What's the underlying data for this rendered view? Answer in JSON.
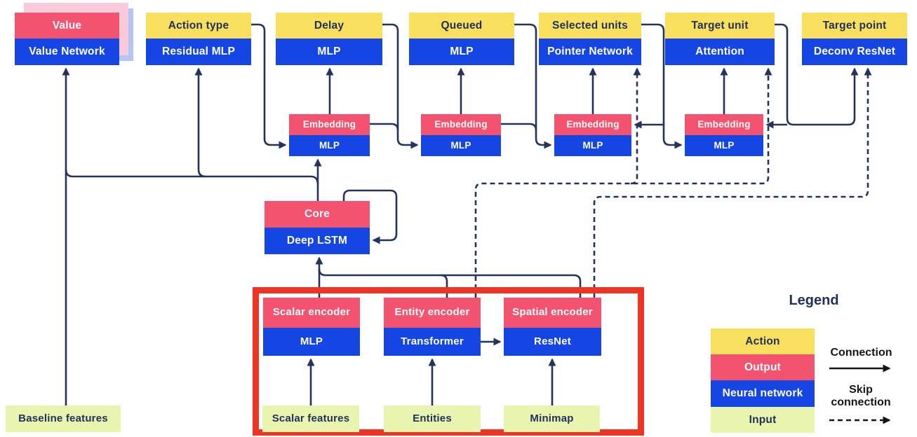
{
  "title": "AlphaStar agent architecture diagram",
  "palette": {
    "action_yellow": "#F8E05E",
    "output_pink": "#F4536F",
    "network_blue": "#1546E3",
    "input_green": "#E9F4AE",
    "connector_navy": "#24335B",
    "highlight_red": "#EE3423",
    "ghost_pink": "#F9CADA",
    "ghost_blue": "#B3C4F6"
  },
  "heads": [
    {
      "action": "Value",
      "network": "Value Network"
    },
    {
      "action": "Action type",
      "network": "Residual MLP"
    },
    {
      "action": "Delay",
      "network": "MLP"
    },
    {
      "action": "Queued",
      "network": "MLP"
    },
    {
      "action": "Selected units",
      "network": "Pointer Network"
    },
    {
      "action": "Target unit",
      "network": "Attention"
    },
    {
      "action": "Target point",
      "network": "Deconv ResNet"
    }
  ],
  "embeddings": [
    {
      "output": "Embedding",
      "network": "MLP"
    },
    {
      "output": "Embedding",
      "network": "MLP"
    },
    {
      "output": "Embedding",
      "network": "MLP"
    },
    {
      "output": "Embedding",
      "network": "MLP"
    }
  ],
  "core": {
    "output": "Core",
    "network": "Deep LSTM"
  },
  "encoders": [
    {
      "output": "Scalar encoder",
      "network": "MLP"
    },
    {
      "output": "Entity encoder",
      "network": "Transformer"
    },
    {
      "output": "Spatial encoder",
      "network": "ResNet"
    }
  ],
  "inputs": {
    "baseline": "Baseline features",
    "scalar": "Scalar features",
    "entities": "Entities",
    "minimap": "Minimap"
  },
  "legend": {
    "title": "Legend",
    "items": [
      {
        "label": "Action"
      },
      {
        "label": "Output"
      },
      {
        "label": "Neural network"
      },
      {
        "label": "Input"
      }
    ],
    "connection_label": "Connection",
    "skip_connection_label": "Skip connection"
  }
}
